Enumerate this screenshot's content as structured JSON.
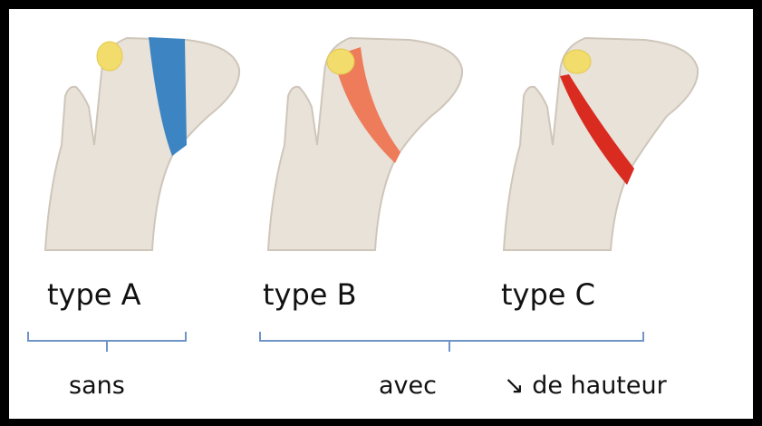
{
  "figure": {
    "colors": {
      "bone": "#e8e2d9",
      "bone_shadow": "#cfc6ba",
      "physis": "#f2dc6b",
      "typeA_band": "#3d84c2",
      "typeB_band": "#ee7b5a",
      "typeC_band": "#d92b20",
      "bracket": "#6f95c8"
    },
    "types": [
      {
        "id": "A",
        "label": "type A"
      },
      {
        "id": "B",
        "label": "type B"
      },
      {
        "id": "C",
        "label": "type C"
      }
    ],
    "groups": [
      {
        "label": "sans"
      },
      {
        "label": "avec"
      }
    ],
    "height_note": "↘ de hauteur"
  }
}
